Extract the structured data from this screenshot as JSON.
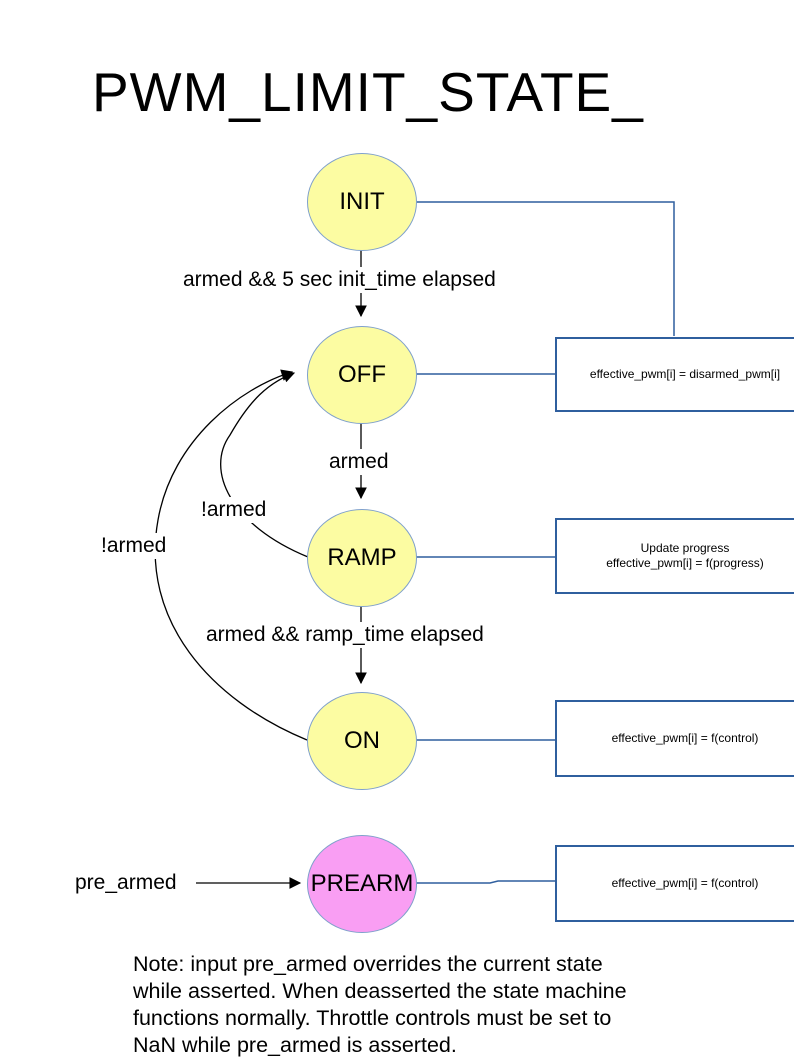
{
  "title": "PWM_LIMIT_STATE_",
  "colors": {
    "state_fill": "#fcfca2",
    "prearm_fill": "#f99ef3",
    "state_stroke": "#7fa0cb",
    "connector_blue": "#2f5f9e",
    "arrow_black": "#000000"
  },
  "states": [
    {
      "id": "init",
      "label": "INIT"
    },
    {
      "id": "off",
      "label": "OFF"
    },
    {
      "id": "ramp",
      "label": "RAMP"
    },
    {
      "id": "on",
      "label": "ON"
    },
    {
      "id": "prearm",
      "label": "PREARM"
    }
  ],
  "transitions": {
    "init_to_off": "armed && 5 sec init_time elapsed",
    "off_to_ramp": "armed",
    "ramp_to_on": "armed && ramp_time elapsed",
    "ramp_to_off": "!armed",
    "on_to_off": "!armed",
    "prearm_input": "pre_armed"
  },
  "actions": {
    "off": "effective_pwm[i] = disarmed_pwm[i]",
    "ramp": "Update progress\neffective_pwm[i] = f(progress)",
    "on": "effective_pwm[i] = f(control)",
    "prearm": "effective_pwm[i] = f(control)"
  },
  "note": "Note: input pre_armed overrides the current state\nwhile asserted. When deasserted the state machine\nfunctions normally. Throttle controls must be set to\nNaN while pre_armed is asserted."
}
